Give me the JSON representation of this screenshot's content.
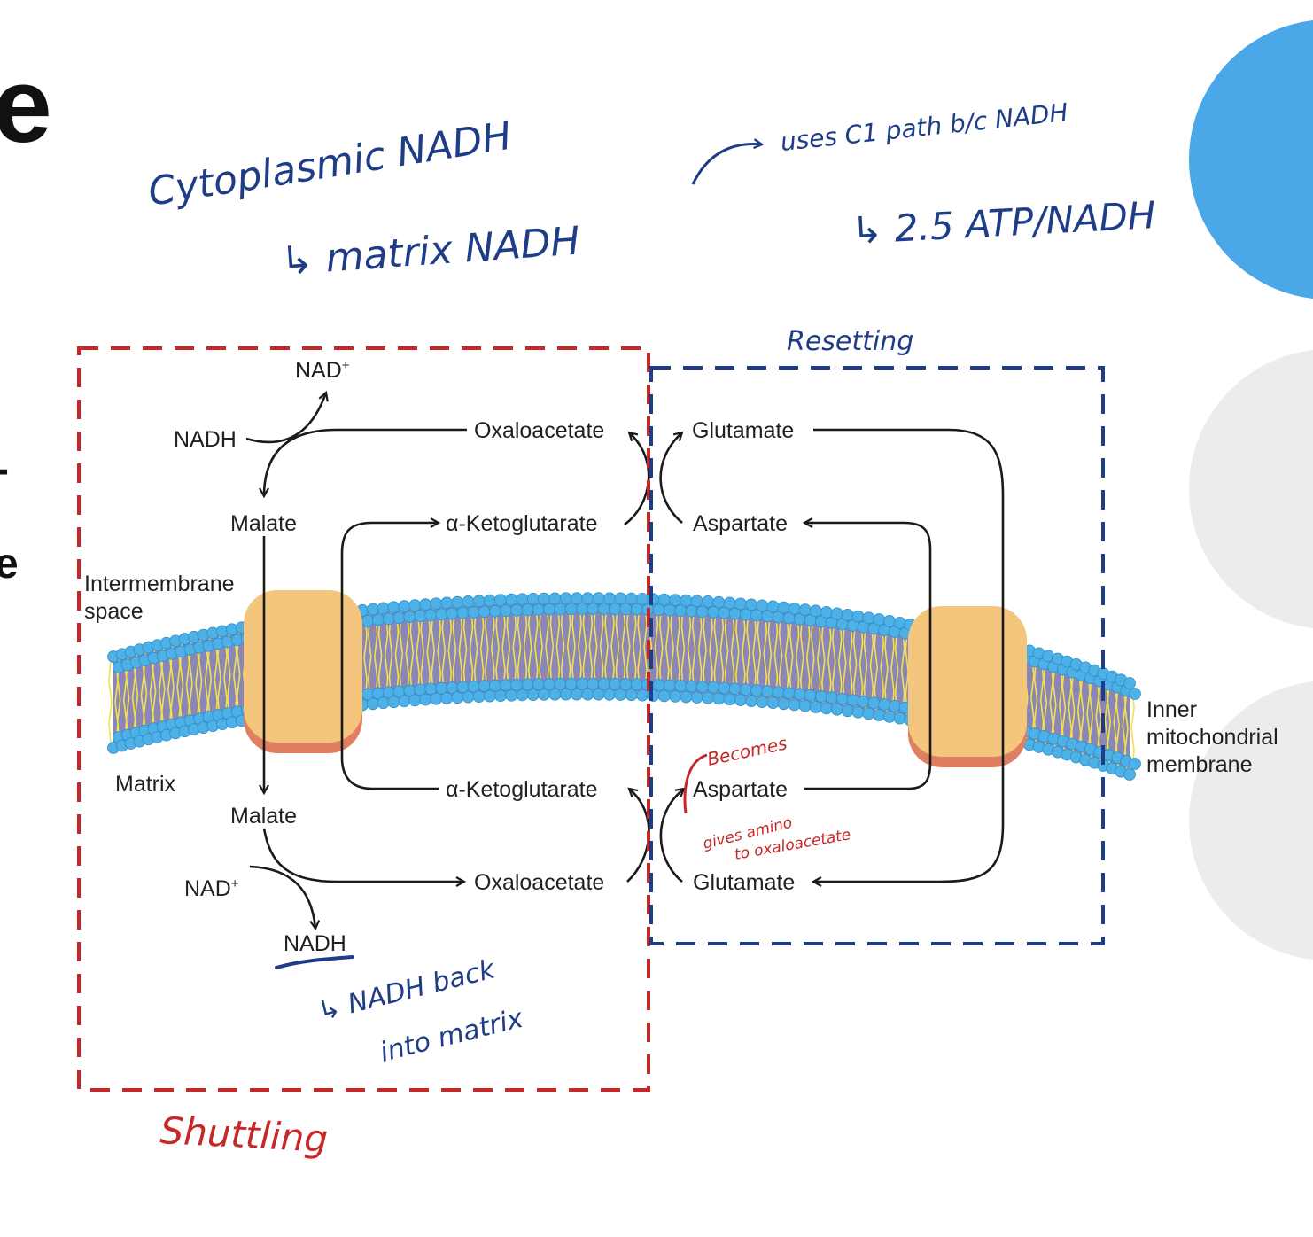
{
  "slide": {
    "title_fragment": "e",
    "side_fragment_1": "-",
    "side_fragment_2": "e",
    "accent_color": "#4aa8e8",
    "shape_color": "#ececec"
  },
  "diagram": {
    "labels": {
      "nad_plus_top": "NAD",
      "nad_plus_top_sup": "+",
      "nadh_top": "NADH",
      "oxaloacetate_top": "Oxaloacetate",
      "glutamate_top": "Glutamate",
      "malate_top": "Malate",
      "ketoglutarate_top": "α-Ketoglutarate",
      "aspartate_top": "Aspartate",
      "intermembrane_space": "Intermembrane",
      "intermembrane_space_2": "space",
      "matrix": "Matrix",
      "ketoglutarate_bottom": "α-Ketoglutarate",
      "aspartate_bottom": "Aspartate",
      "malate_bottom": "Malate",
      "nad_plus_bottom": "NAD",
      "nad_plus_bottom_sup": "+",
      "oxaloacetate_bottom": "Oxaloacetate",
      "glutamate_bottom": "Glutamate",
      "nadh_bottom": "NADH",
      "membrane_1": "Inner",
      "membrane_2": "mitochondrial",
      "membrane_3": "membrane"
    },
    "colors": {
      "lipid_head": "#4db0e6",
      "lipid_tail": "#f3e04a",
      "lipid_core": "#8b86b8",
      "transporter": "#f4c57c",
      "transporter_edge": "#e07e62",
      "shuttling_box": "#c62828",
      "resetting_box": "#1f3c86"
    }
  },
  "annotations": {
    "cytoplasmic": "Cytoplasmic NADH",
    "matrix_nadh": "↳ matrix NADH",
    "uses_c1": "uses C1 path b/c NADH",
    "atp": "↳ 2.5 ATP/NADH",
    "resetting": "Resetting",
    "becomes": "Becomes",
    "gives_amino_1": "gives amino",
    "gives_amino_2": "to oxaloacetate",
    "nadh_back_1": "↳ NADH back",
    "nadh_back_2": "into matrix",
    "shuttling": "Shuttling"
  }
}
